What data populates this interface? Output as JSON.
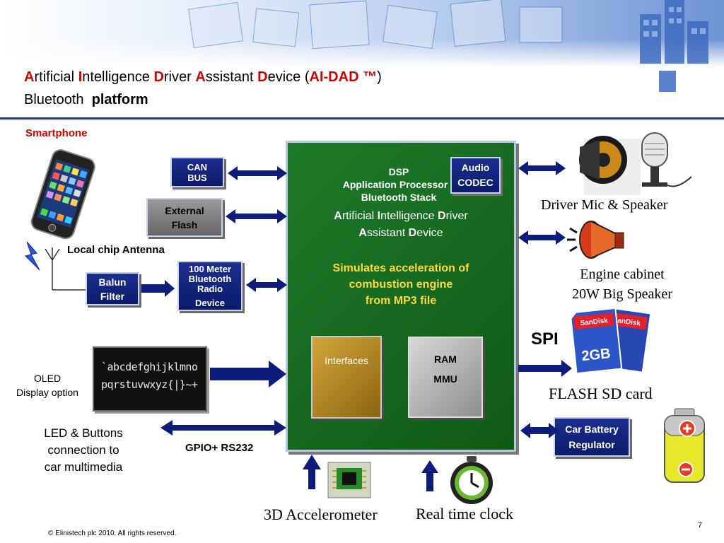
{
  "title": {
    "w1a": "A",
    "w1b": "rtificial ",
    "w2a": "I",
    "w2b": "ntelligence ",
    "w3a": "D",
    "w3b": "river ",
    "w4a": "A",
    "w4b": "ssistant ",
    "w5a": "D",
    "w5b": "evice (",
    "brand": "AI-DAD ™",
    "close": ")"
  },
  "subtitle": {
    "part1": "Bluetooth",
    "part2": "platform"
  },
  "left": {
    "smartphone": "Smartphone",
    "antenna": "Local chip Antenna",
    "oled": [
      "OLED",
      "Display option"
    ],
    "oled_screen": [
      "`abcdefghijklmno",
      "pqrstuvwxyz{|}~+"
    ],
    "led": [
      "LED & Buttons",
      "connection to",
      "car multimedia"
    ],
    "gpio": "GPIO+ RS232"
  },
  "boxes": {
    "can": [
      "CAN",
      "BUS"
    ],
    "flash": [
      "External",
      "Flash"
    ],
    "balun": [
      "Balun",
      "Filter"
    ],
    "radio": [
      "100 Meter",
      "Bluetooth",
      "Radio",
      "Device"
    ],
    "audio": [
      "Audio",
      "CODEC"
    ],
    "battery": [
      "Car Battery",
      "Regulator"
    ]
  },
  "main": {
    "l1": "DSP",
    "l2": "Application Processor",
    "l3": "Bluetooth Stack",
    "l4": {
      "a": "A",
      "b": "rtificial ",
      "c": "I",
      "d": "ntelligence ",
      "e": "D",
      "f": "river"
    },
    "l5": {
      "a": "A",
      "b": "ssistant ",
      "c": "D",
      "d": "evice"
    },
    "sim": [
      "Simulates acceleration of",
      "combustion engine",
      "from MP3 file"
    ],
    "interfaces": "Interfaces",
    "ram": "RAM",
    "mmu": "MMU"
  },
  "right": {
    "driver": "Driver Mic & Speaker",
    "engine": [
      "Engine cabinet",
      "20W Big Speaker"
    ],
    "spi": "SPI",
    "sd_brand": "SanDisk",
    "sd_cap": "2GB",
    "flashsd": "FLASH SD card"
  },
  "bottom": {
    "accel": "3D Accelerometer",
    "rtc": "Real time clock",
    "copyright": "© Elinistech plc 2010.  All rights reserved.",
    "page": "7"
  },
  "colors": {
    "navy": "#0f2178",
    "green": "#1a6f24",
    "red": "#d40000",
    "yellow": "#ffd83a",
    "arrow": "#0d1c7a"
  }
}
